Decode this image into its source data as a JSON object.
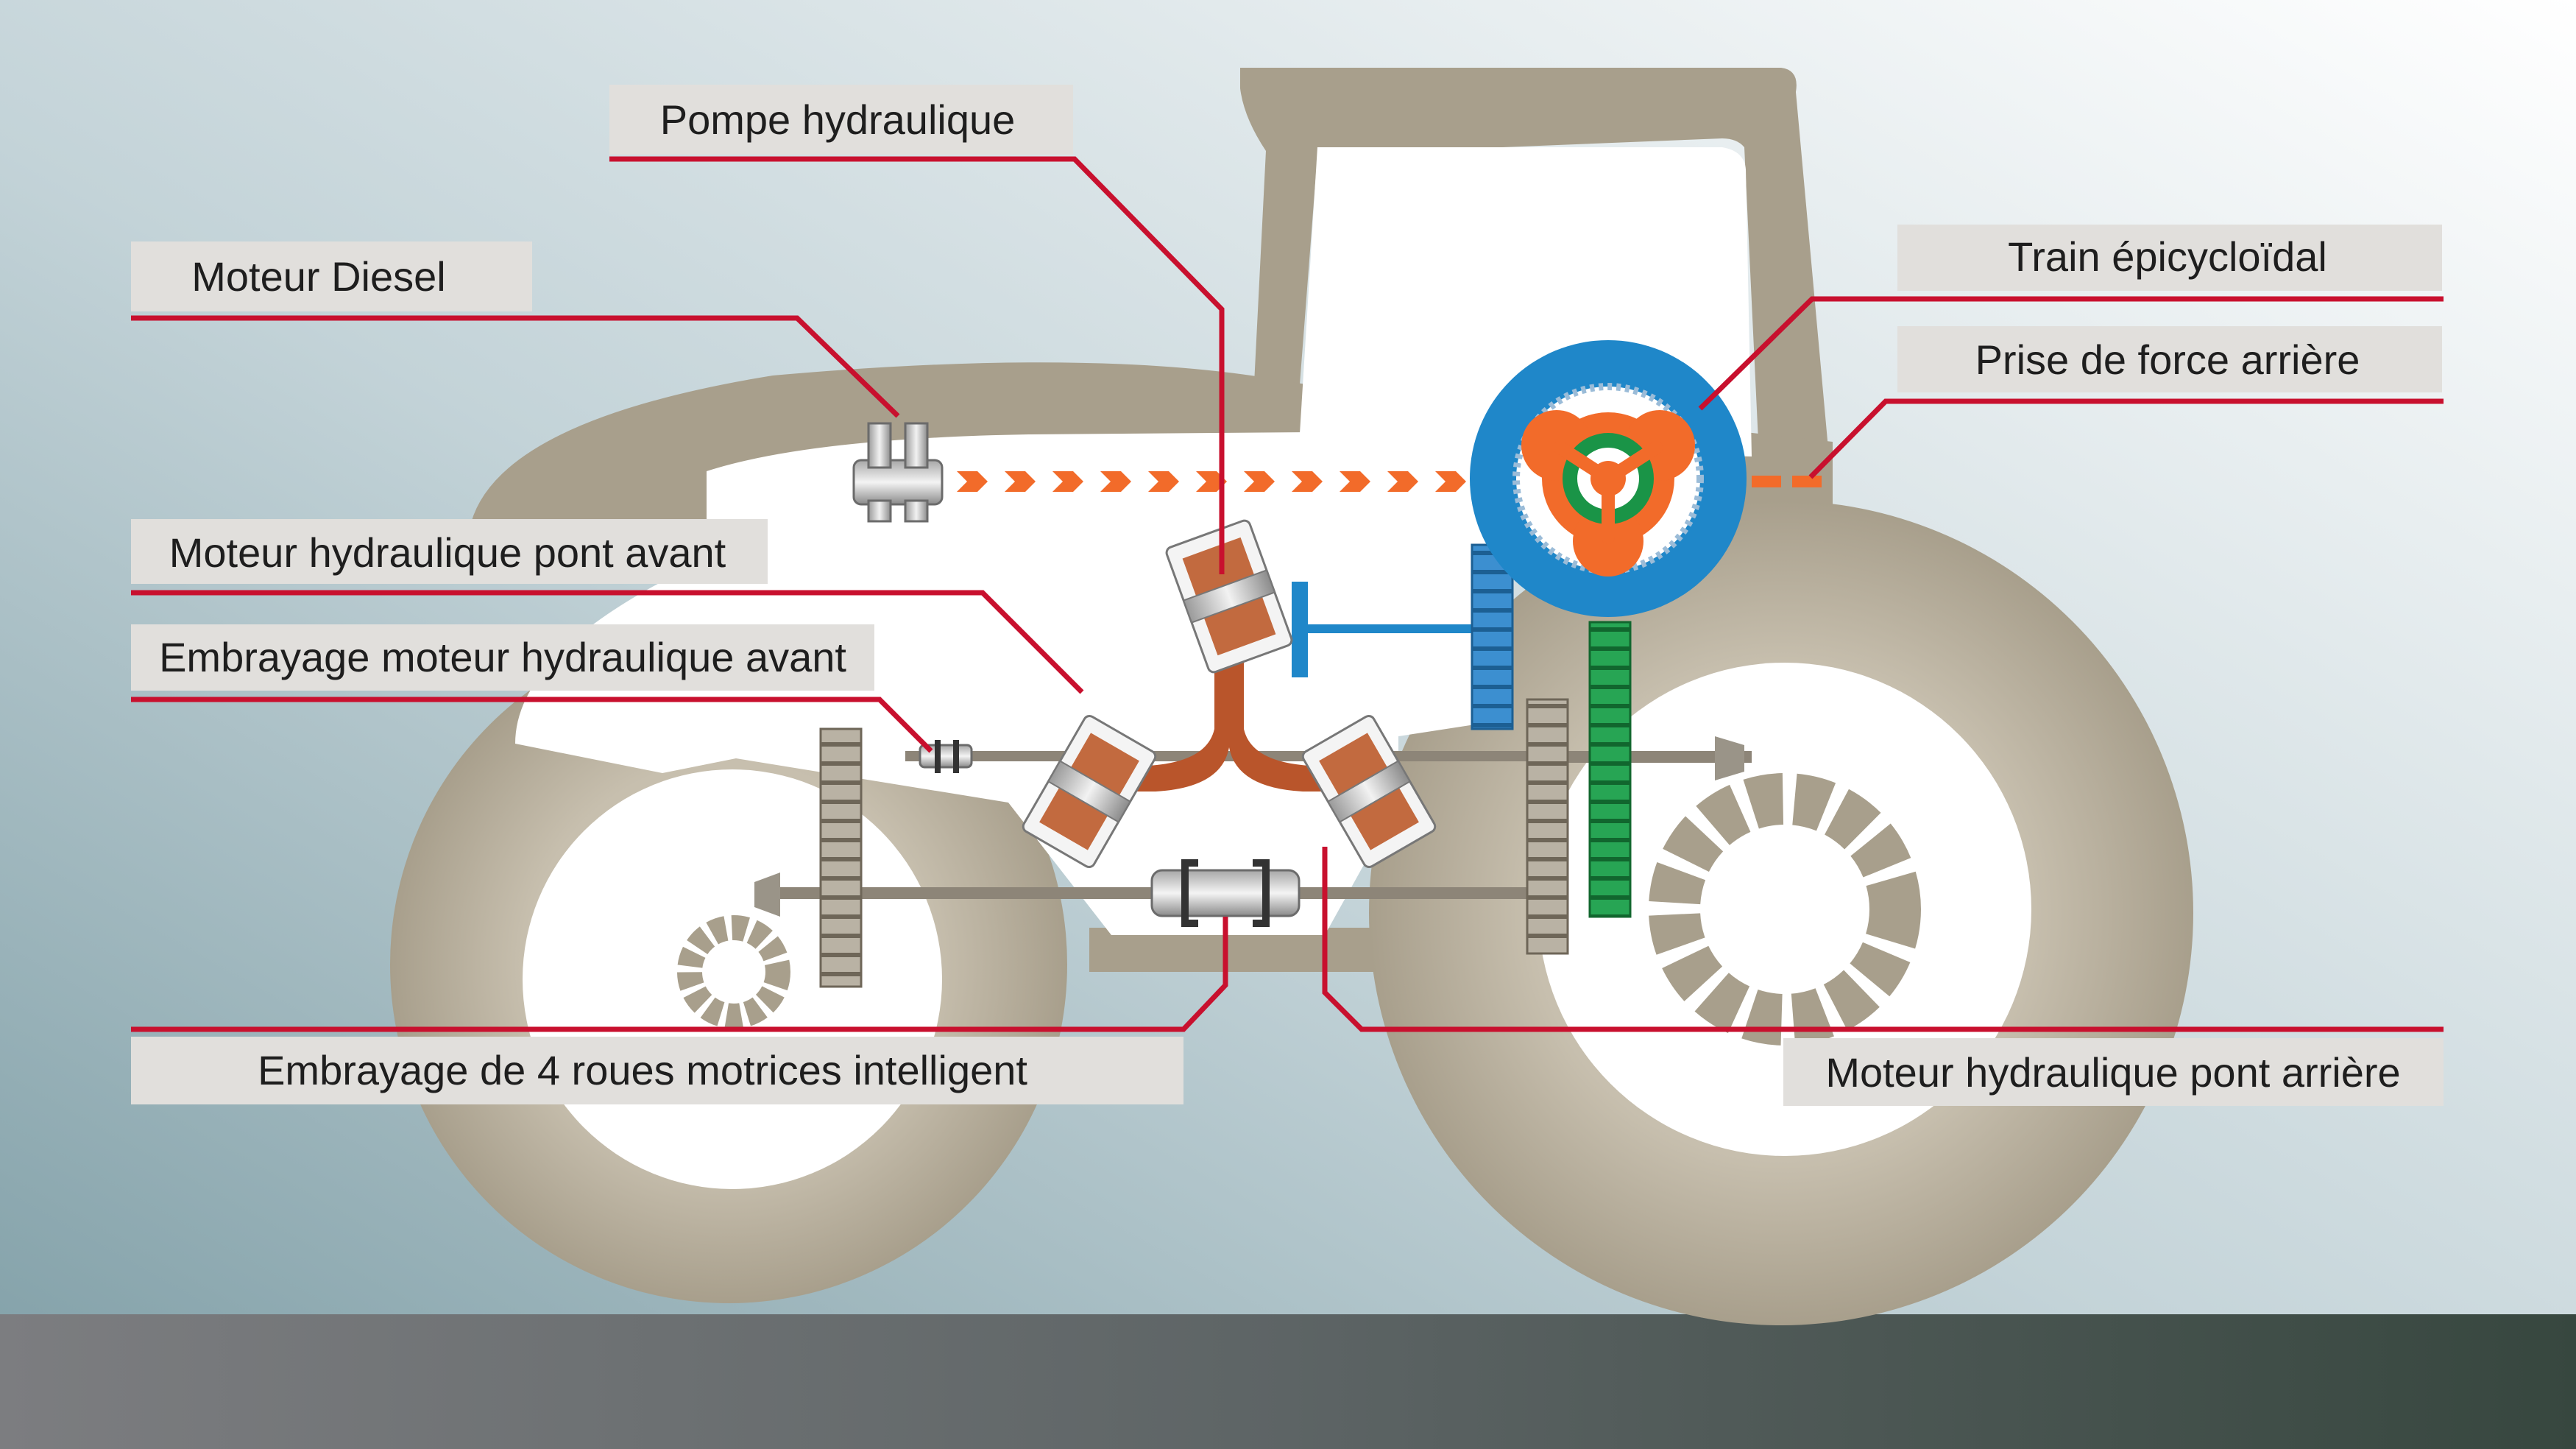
{
  "labels": {
    "pompe_hydraulique": "Pompe hydraulique",
    "moteur_diesel": "Moteur Diesel",
    "train_epicycloidal": "Train épicycloïdal",
    "prise_de_force_arriere": "Prise de force arrière",
    "moteur_hydraulique_pont_avant": "Moteur hydraulique pont avant",
    "embrayage_moteur_hydraulique_avant": "Embrayage moteur hydraulique avant",
    "embrayage_4rm_intelligent": "Embrayage de 4 roues motrices intelligent",
    "moteur_hydraulique_pont_arriere": "Moteur hydraulique pont arrière"
  },
  "colors": {
    "tractor_body": "#a89f8c",
    "leader_line": "#c8102e",
    "label_bg": "#e1dfdc",
    "power_flow": "#f26b2a",
    "hydraulic_circuit": "#b9552b",
    "ring_gear": "#1f87c9",
    "pto_gear": "#1a9447",
    "ground": "#414b4c"
  }
}
